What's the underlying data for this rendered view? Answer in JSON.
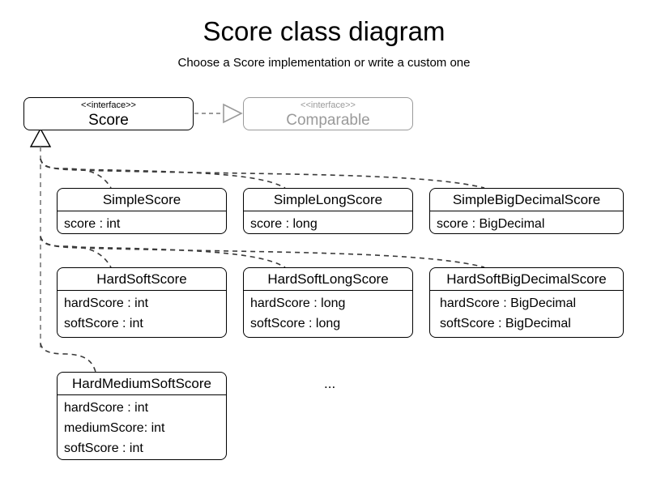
{
  "diagram": {
    "title": "Score class diagram",
    "subtitle": "Choose a Score implementation or write a custom one",
    "ellipsis": "...",
    "colors": {
      "stroke": "#000000",
      "muted_stroke": "#9a9a9a",
      "background": "#ffffff",
      "connector": "#555555"
    }
  },
  "interfaces": {
    "score": {
      "stereotype": "<<interface>>",
      "name": "Score"
    },
    "comparable": {
      "stereotype": "<<interface>>",
      "name": "Comparable"
    }
  },
  "classes": [
    {
      "name": "SimpleScore",
      "attributes": [
        "score : int"
      ]
    },
    {
      "name": "SimpleLongScore",
      "attributes": [
        "score : long"
      ]
    },
    {
      "name": "SimpleBigDecimalScore",
      "attributes": [
        "score : BigDecimal"
      ]
    },
    {
      "name": "HardSoftScore",
      "attributes": [
        "hardScore : int",
        "softScore : int"
      ]
    },
    {
      "name": "HardSoftLongScore",
      "attributes": [
        "hardScore : long",
        "softScore : long"
      ]
    },
    {
      "name": "HardSoftBigDecimalScore",
      "attributes": [
        "hardScore : BigDecimal",
        "softScore : BigDecimal"
      ]
    },
    {
      "name": "HardMediumSoftScore",
      "attributes": [
        "hardScore : int",
        "mediumScore: int",
        "softScore : int"
      ]
    }
  ],
  "relationships": {
    "score_realizes_comparable": "realization",
    "implementations_of_score": "generalization"
  }
}
